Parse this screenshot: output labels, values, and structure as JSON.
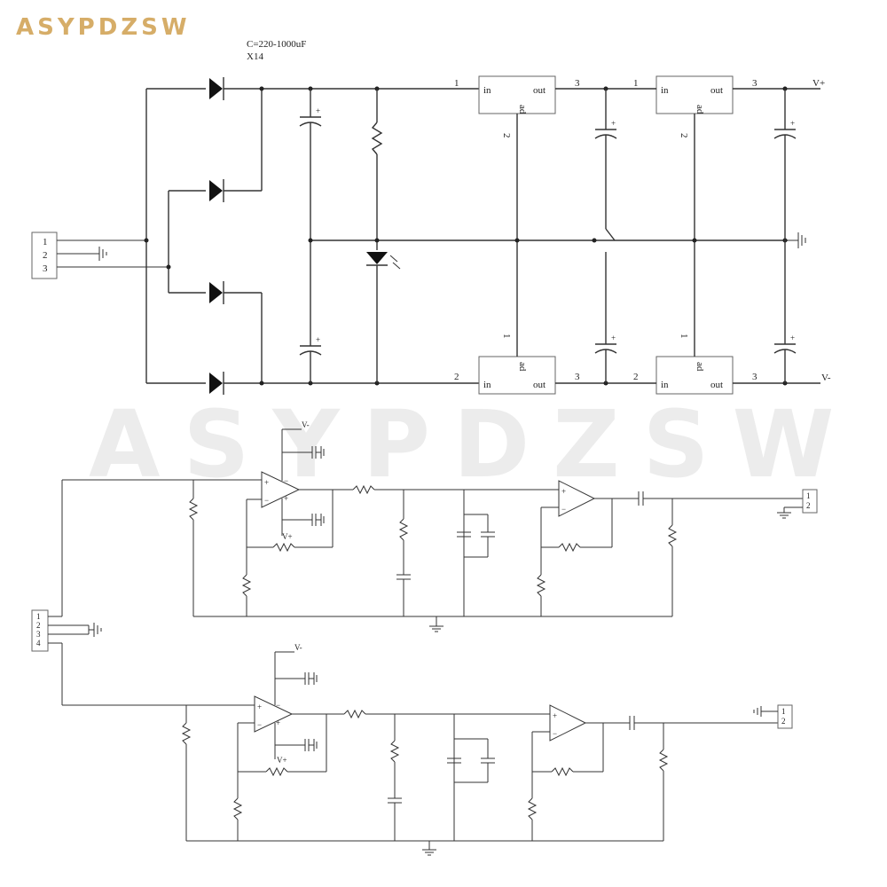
{
  "brand": "ASYPDZSW",
  "watermark": "ASYPDZSW",
  "psu": {
    "note_line1": "C=220-1000uF",
    "note_line2": "X14",
    "input_pins": [
      "1",
      "2",
      "3"
    ],
    "reg_labels": {
      "in": "in",
      "out": "out",
      "adj": "ad"
    },
    "pin_nums": {
      "p1": "1",
      "p2": "2",
      "p3": "3"
    },
    "adj_pin_pos": "2",
    "adj_pin_neg": "1",
    "cap_plus": "+",
    "rail_pos": "V+",
    "rail_neg": "V-"
  },
  "amp": {
    "input_pins": [
      "1",
      "2",
      "3",
      "4"
    ],
    "output_pins": [
      "1",
      "2"
    ],
    "supply_pos": "V-",
    "supply_neg": "V+",
    "op_plus": "+",
    "op_minus": "−"
  }
}
